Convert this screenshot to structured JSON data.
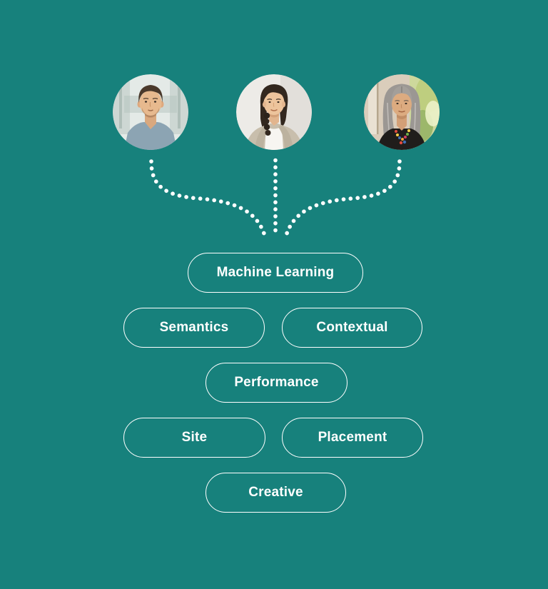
{
  "theme": {
    "background": "#17817c",
    "dot_color": "#ffffff",
    "pill_border": "#ffffff",
    "pill_text": "#ffffff"
  },
  "avatars": [
    {
      "name": "avatar-young-man",
      "alt": "Young man with short brown hair and stubble wearing a gray-blue shirt"
    },
    {
      "name": "avatar-woman-braid",
      "alt": "Woman with dark braided hair wearing a beige cardigan over a white top"
    },
    {
      "name": "avatar-older-woman",
      "alt": "Older woman with long gray hair, black top and colorful bead necklace"
    }
  ],
  "pills": [
    {
      "id": "machine-learning",
      "label": "Machine Learning"
    },
    {
      "id": "semantics",
      "label": "Semantics"
    },
    {
      "id": "contextual",
      "label": "Contextual"
    },
    {
      "id": "performance",
      "label": "Performance"
    },
    {
      "id": "site",
      "label": "Site"
    },
    {
      "id": "placement",
      "label": "Placement"
    },
    {
      "id": "creative",
      "label": "Creative"
    }
  ]
}
